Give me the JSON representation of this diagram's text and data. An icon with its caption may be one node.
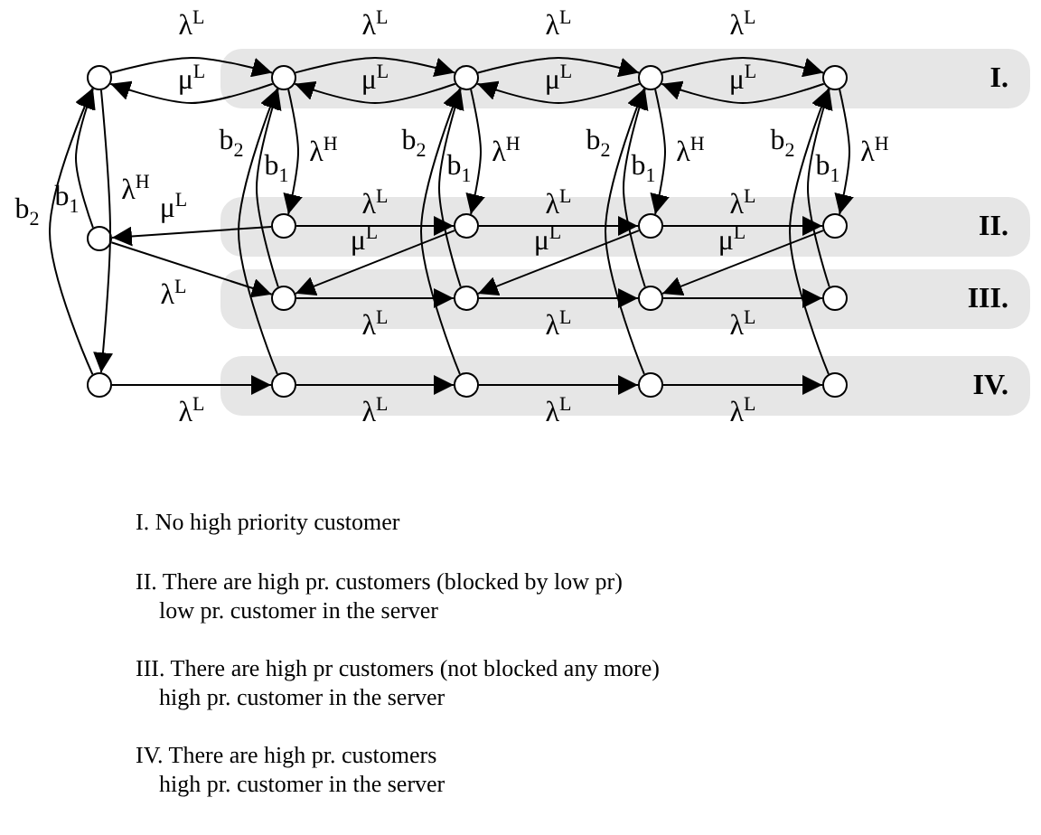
{
  "diagram": {
    "nodes": [
      {
        "text": [],
        "shape": "circle"
      },
      {
        "text": [
          "I."
        ]
      },
      {
        "text": [],
        "shape": "circle",
        "in": 1
      },
      {
        "text": [],
        "shape": "circle",
        "in": 1
      },
      {
        "text": [],
        "shape": "circle",
        "in": 1
      },
      {
        "text": [],
        "shape": "circle",
        "in": 1
      },
      {
        "text": [],
        "shape": "circle"
      },
      {
        "text": [
          "II."
        ]
      },
      {
        "text": [],
        "shape": "circle",
        "in": 7
      },
      {
        "text": [],
        "shape": "circle",
        "in": 7
      },
      {
        "text": [],
        "shape": "circle",
        "in": 7
      },
      {
        "text": [],
        "shape": "circle",
        "in": 7
      },
      {
        "text": [
          "III."
        ]
      },
      {
        "text": [],
        "shape": "circle",
        "in": 12
      },
      {
        "text": [],
        "shape": "circle",
        "in": 12
      },
      {
        "text": [],
        "shape": "circle",
        "in": 12
      },
      {
        "text": [],
        "shape": "circle",
        "in": 12
      },
      {
        "text": [],
        "shape": "circle"
      },
      {
        "text": [
          "IV."
        ]
      },
      {
        "text": [],
        "shape": "circle",
        "in": 18
      },
      {
        "text": [],
        "shape": "circle",
        "in": 18
      },
      {
        "text": [],
        "shape": "circle",
        "in": 18
      },
      {
        "text": [],
        "shape": "circle",
        "in": 18
      }
    ],
    "edges": [
      {
        "from": 0,
        "to": 2,
        "arrow": "to",
        "label": "λ$^{L}$"
      },
      {
        "from": 2,
        "to": 0,
        "arrow": "to",
        "label": "μ$^{L}$"
      },
      {
        "from": 2,
        "to": 3,
        "arrow": "to",
        "label": "λ$^{L}$"
      },
      {
        "from": 3,
        "to": 2,
        "arrow": "to",
        "label": "μ$^{L}$"
      },
      {
        "from": 3,
        "to": 4,
        "arrow": "to",
        "label": "λ$^{L}$"
      },
      {
        "from": 4,
        "to": 3,
        "arrow": "to",
        "label": "μ$^{L}$"
      },
      {
        "from": 4,
        "to": 5,
        "arrow": "to",
        "label": "λ$^{L}$"
      },
      {
        "from": 5,
        "to": 4,
        "arrow": "to",
        "label": "μ$^{L}$"
      },
      {
        "from": 0,
        "to": 17,
        "arrow": "to",
        "label": "λ$^{H}$"
      },
      {
        "from": 6,
        "to": 0,
        "arrow": "to",
        "label": "b$_{1}$"
      },
      {
        "from": 17,
        "to": 0,
        "arrow": "to",
        "label": "b$_{2}$"
      },
      {
        "from": 8,
        "to": 6,
        "arrow": "to",
        "label": "μ$^{L}$"
      },
      {
        "from": 6,
        "to": 13,
        "arrow": "to",
        "label": "λ$^{L}$"
      },
      {
        "from": 17,
        "to": 19,
        "arrow": "to",
        "label": "λ$^{L}$"
      },
      {
        "from": 2,
        "to": 8,
        "arrow": "to",
        "label": "λ$^{H}$"
      },
      {
        "from": 13,
        "to": 2,
        "arrow": "to",
        "label": "b$_{1}$"
      },
      {
        "from": 19,
        "to": 2,
        "arrow": "to",
        "label": "b$_{2}$"
      },
      {
        "from": 3,
        "to": 9,
        "arrow": "to",
        "label": "λ$^{H}$"
      },
      {
        "from": 14,
        "to": 3,
        "arrow": "to",
        "label": "b$_{1}$"
      },
      {
        "from": 20,
        "to": 3,
        "arrow": "to",
        "label": "b$_{2}$"
      },
      {
        "from": 4,
        "to": 10,
        "arrow": "to",
        "label": "λ$^{H}$"
      },
      {
        "from": 15,
        "to": 4,
        "arrow": "to",
        "label": "b$_{1}$"
      },
      {
        "from": 21,
        "to": 4,
        "arrow": "to",
        "label": "b$_{2}$"
      },
      {
        "from": 5,
        "to": 11,
        "arrow": "to",
        "label": "λ$^{H}$"
      },
      {
        "from": 16,
        "to": 5,
        "arrow": "to",
        "label": "b$_{1}$"
      },
      {
        "from": 22,
        "to": 5,
        "arrow": "to",
        "label": "b$_{2}$"
      },
      {
        "from": 8,
        "to": 9,
        "arrow": "to",
        "label": "λ$^{L}$"
      },
      {
        "from": 9,
        "to": 10,
        "arrow": "to",
        "label": "λ$^{L}$"
      },
      {
        "from": 10,
        "to": 11,
        "arrow": "to",
        "label": "λ$^{L}$"
      },
      {
        "from": 9,
        "to": 13,
        "arrow": "to",
        "label": "μ$^{L}$"
      },
      {
        "from": 10,
        "to": 14,
        "arrow": "to",
        "label": "μ$^{L}$"
      },
      {
        "from": 11,
        "to": 15,
        "arrow": "to",
        "label": "μ$^{L}$"
      },
      {
        "from": 13,
        "to": 14,
        "arrow": "to",
        "label": "λ$^{L}$"
      },
      {
        "from": 14,
        "to": 15,
        "arrow": "to",
        "label": "λ$^{L}$"
      },
      {
        "from": 15,
        "to": 16,
        "arrow": "to",
        "label": "λ$^{L}$"
      },
      {
        "from": 19,
        "to": 20,
        "arrow": "to",
        "label": "λ$^{L}$"
      },
      {
        "from": 20,
        "to": 21,
        "arrow": "to",
        "label": "λ$^{L}$"
      },
      {
        "from": 21,
        "to": 22,
        "arrow": "to",
        "label": "λ$^{L}$"
      }
    ],
    "labels": [
      "I. No high priority customer",
      "II. There are high pr. customers (blocked by low pr)",
      "low pr. customer in the server",
      "III. There are high pr customers (not blocked any more)",
      "high pr. customer in the server",
      "IV. There are high pr. customers",
      "high pr. customer in the server"
    ]
  }
}
